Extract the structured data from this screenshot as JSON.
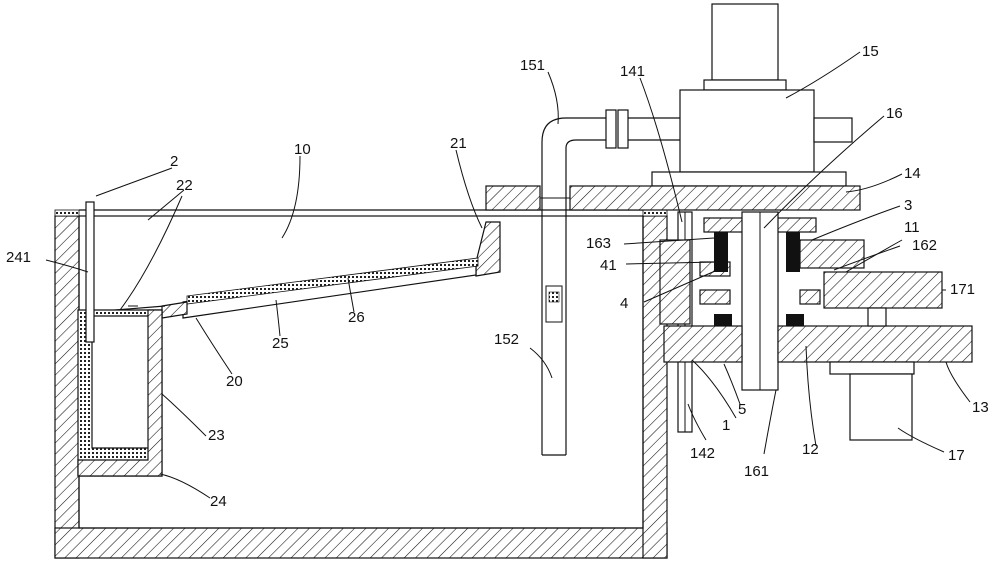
{
  "figure": {
    "labels": {
      "l2": "2",
      "l22": "22",
      "l10": "10",
      "l21": "21",
      "l151": "151",
      "l141": "141",
      "l15": "15",
      "l16": "16",
      "l14": "14",
      "l3": "3",
      "l11": "11",
      "l162": "162",
      "l163": "163",
      "l41": "41",
      "l4": "4",
      "l171": "171",
      "l241": "241",
      "l26": "26",
      "l25": "25",
      "l152": "152",
      "l20": "20",
      "l23": "23",
      "l24": "24",
      "l5": "5",
      "l1": "1",
      "l13": "13",
      "l142": "142",
      "l161": "161",
      "l12": "12",
      "l17": "17"
    }
  }
}
